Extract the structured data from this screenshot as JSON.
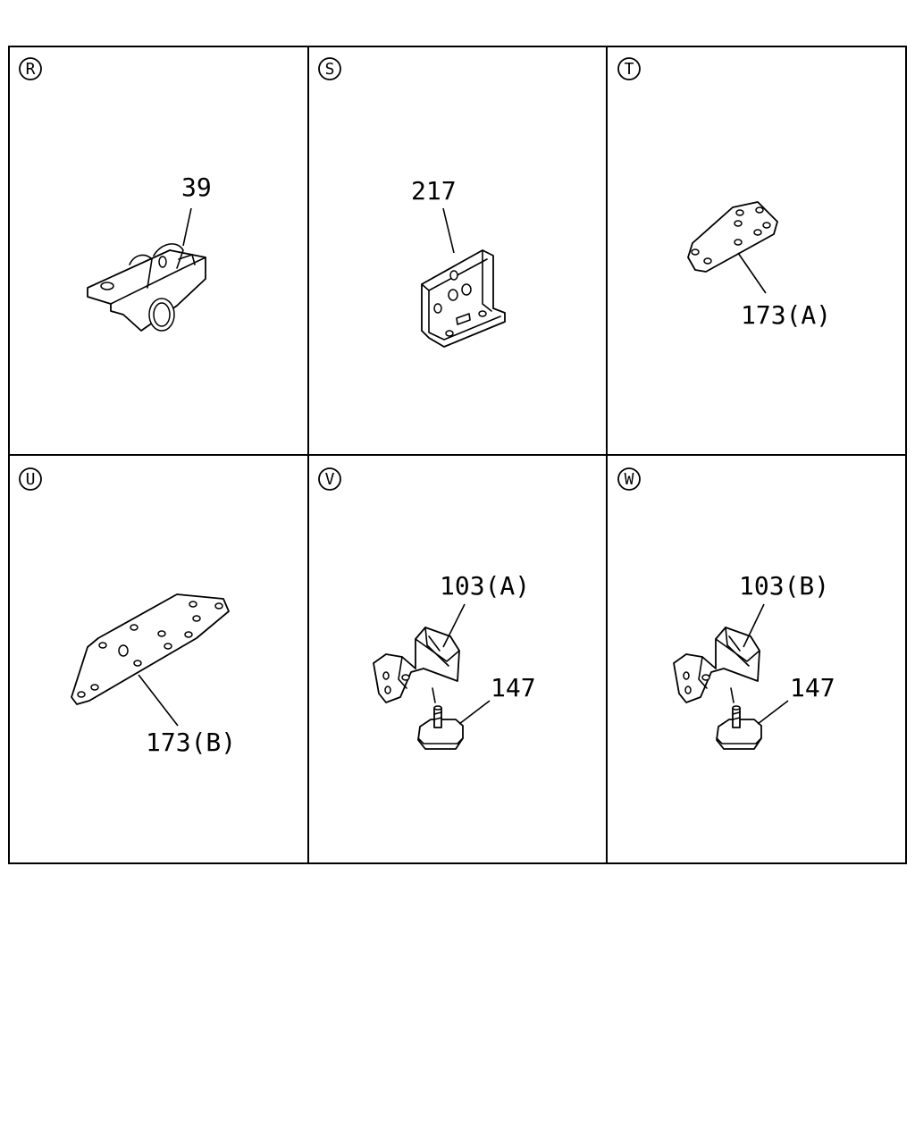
{
  "panels": [
    {
      "badge": "R",
      "callouts": [
        "39"
      ]
    },
    {
      "badge": "S",
      "callouts": [
        "217"
      ]
    },
    {
      "badge": "T",
      "callouts": [
        "173(A)"
      ]
    },
    {
      "badge": "U",
      "callouts": [
        "173(B)"
      ]
    },
    {
      "badge": "V",
      "callouts": [
        "103(A)",
        "147"
      ]
    },
    {
      "badge": "W",
      "callouts": [
        "103(B)",
        "147"
      ]
    }
  ]
}
